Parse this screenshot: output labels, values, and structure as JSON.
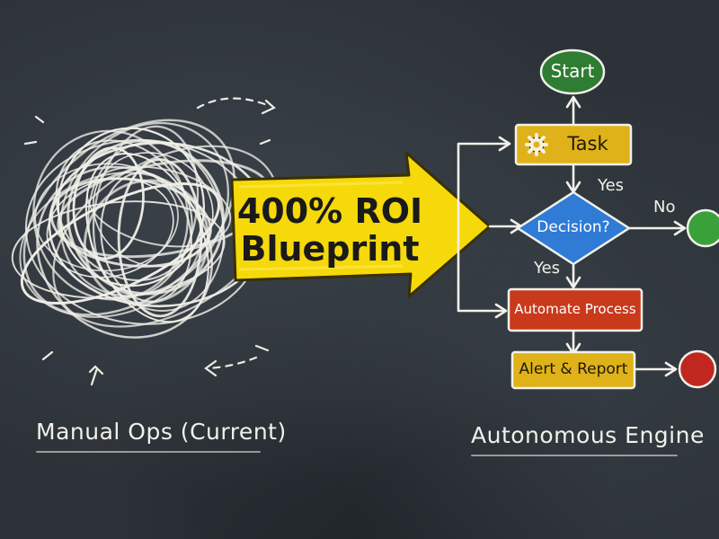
{
  "center_arrow": {
    "line1": "400% ROI",
    "line2": "Blueprint",
    "fill": "#f5d90a"
  },
  "left_label": "Manual Ops (Current)",
  "right_label": "Autonomous Engine",
  "flow": {
    "start": "Start",
    "task": "Task",
    "decision": "Decision?",
    "automate": "Automate Process",
    "alert": "Alert & Report",
    "edge_yes_top": "Yes",
    "edge_yes_bottom": "Yes",
    "edge_no": "No"
  },
  "icons": {
    "task_icon": "gear-icon"
  },
  "colors": {
    "chalkboard": "#2c3238",
    "chalk": "#f1f1ea",
    "start_node": "#2e7d32",
    "task_node": "#e0b21a",
    "decision_node": "#2f7bd6",
    "automate_node": "#c9391b",
    "alert_node": "#e0b21a",
    "end_yes": "#3aa13a",
    "end_no": "#c0281f"
  }
}
